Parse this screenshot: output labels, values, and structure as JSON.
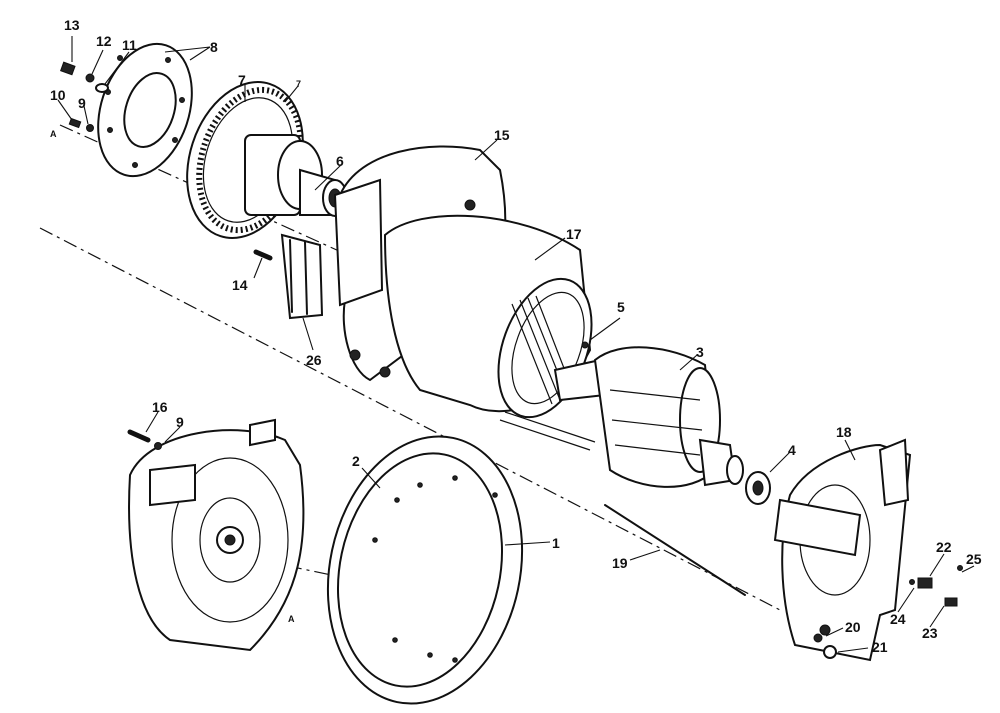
{
  "labels": {
    "p1": "1",
    "p2": "2",
    "p3": "3",
    "p4": "4",
    "p5": "5",
    "p6": "6",
    "p7a": "7",
    "p7b": "7",
    "p8": "8",
    "p9a": "9",
    "p9b": "9",
    "p10": "10",
    "p11": "11",
    "p12": "12",
    "p13": "13",
    "p14": "14",
    "p15": "15",
    "p16": "16",
    "p17": "17",
    "p18": "18",
    "p19": "19",
    "p20": "20",
    "p21": "21",
    "p22": "22",
    "p23": "23",
    "p24": "24",
    "p25": "25",
    "p26": "26",
    "markA1": "A",
    "markA2": "A"
  }
}
